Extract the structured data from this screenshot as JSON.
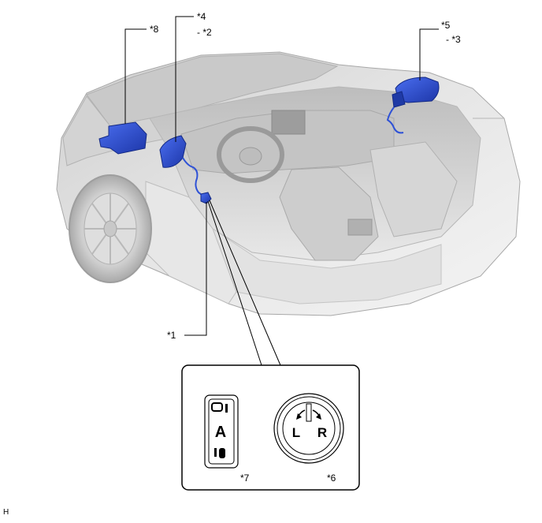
{
  "callouts": {
    "c8": "*8",
    "c4": "*4",
    "c2": "- *2",
    "c5": "*5",
    "c3": "- *3",
    "c1": "*1",
    "c7": "*7",
    "c6": "*6"
  },
  "switch_labels": {
    "select": "A",
    "knob_left": "L",
    "knob_right": "R"
  },
  "corner_mark": "H",
  "colors": {
    "component_blue": "#2f52d6",
    "component_dark": "#1a2f8f",
    "car_body": "#dcdcdc",
    "car_shadow": "#b9b9b9",
    "line": "#000000"
  }
}
